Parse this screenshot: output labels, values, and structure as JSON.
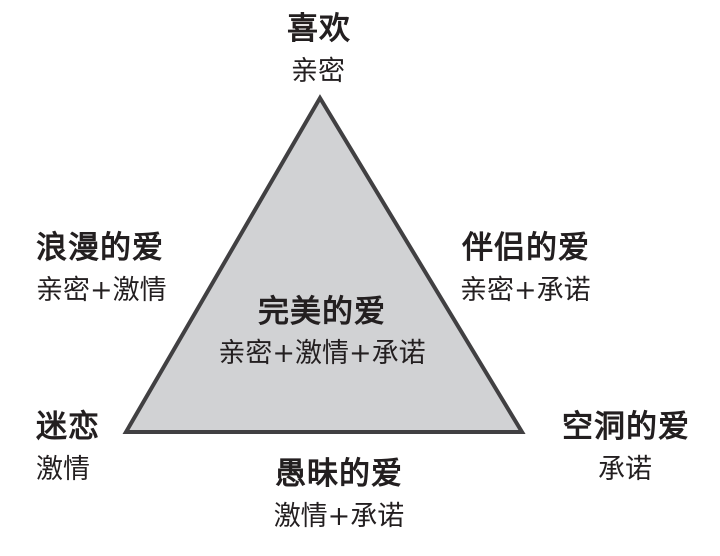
{
  "diagram": {
    "triangle": {
      "fill": "#d1d2d4",
      "stroke": "#414042"
    },
    "text_color": "#231f20",
    "vertices": {
      "top": {
        "title": "喜欢",
        "components": "亲密"
      },
      "bottom_left": {
        "title": "迷恋",
        "components": "激情"
      },
      "bottom_right": {
        "title": "空洞的爱",
        "components": "承诺"
      }
    },
    "edges": {
      "left": {
        "title": "浪漫的爱",
        "components": "亲密+激情"
      },
      "right": {
        "title": "伴侣的爱",
        "components": "亲密+承诺"
      },
      "bottom": {
        "title": "愚昧的爱",
        "components": "激情+承诺"
      }
    },
    "center": {
      "title": "完美的爱",
      "components": "亲密+激情+承诺"
    }
  }
}
